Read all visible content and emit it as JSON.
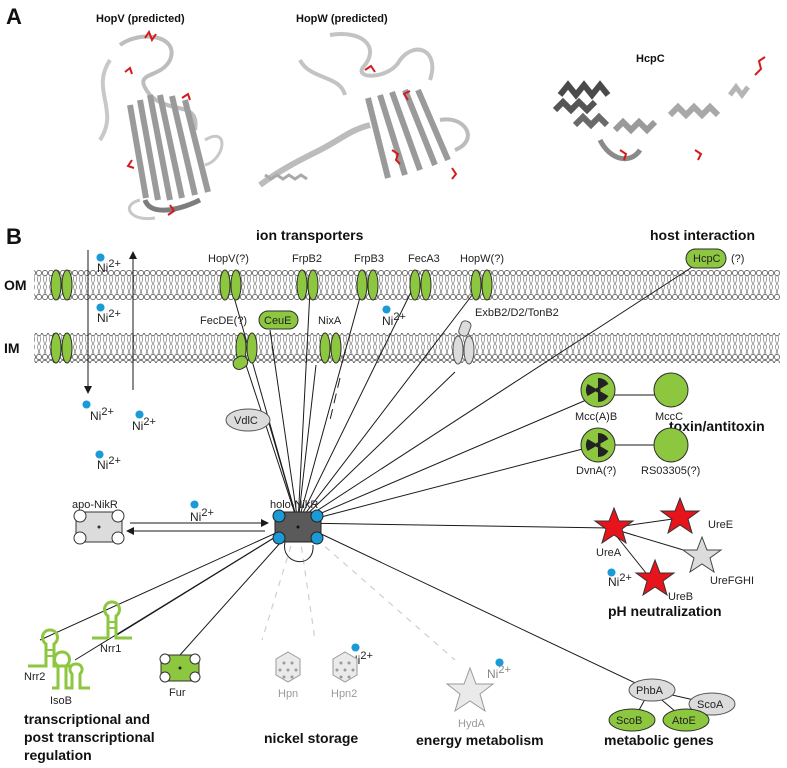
{
  "panels": {
    "a": "A",
    "b": "B"
  },
  "structures": {
    "hopv": "HopV (predicted)",
    "hopw": "HopW (predicted)",
    "hcpc": "HcpC"
  },
  "membranes": {
    "om": "OM",
    "im": "IM"
  },
  "ion": {
    "base": "Ni",
    "charge": "2+"
  },
  "categories": {
    "ion_transporters": "ion transporters",
    "host_interaction": "host interaction",
    "toxin_antitoxin": "toxin/antitoxin",
    "ph_neutralization": "pH neutralization",
    "metabolic_genes": "metabolic genes",
    "energy_metabolism": "energy metabolism",
    "nickel_storage": "nickel storage",
    "transcriptional_line1": "transcriptional and",
    "transcriptional_line2": "post transcriptional",
    "transcriptional_line3": "regulation"
  },
  "proteins": {
    "hopv": "HopV(?)",
    "frpb2": "FrpB2",
    "frpb3": "FrpB3",
    "feca3": "FecA3",
    "hopw": "HopW(?)",
    "hcpc": "HcpC",
    "hcpc_q": "(?)",
    "fecde": "FecDE(?)",
    "ceue": "CeuE",
    "nixa": "NixA",
    "exbb2": "ExbB2/D2/TonB2",
    "vdlc": "VdlC",
    "mccab": "Mcc(A)B",
    "mccc": "MccC",
    "dvna": "DvnA(?)",
    "rs03305": "RS03305(?)",
    "apo_nikr": "apo-NikR",
    "holo_nikr": "holo-NikR",
    "urea": "UreA",
    "uree": "UreE",
    "ureb": "UreB",
    "urefghi": "UreFGHI",
    "nrr2": "Nrr2",
    "isob": "IsoB",
    "nrr1": "Nrr1",
    "fur": "Fur",
    "hpn": "Hpn",
    "hpn2": "Hpn2",
    "hyda": "HydA",
    "phba": "PhbA",
    "scoa": "ScoA",
    "scob": "ScoB",
    "atoe": "AtoE"
  },
  "colors": {
    "green": "#8dc63f",
    "gray": "#dcdcdc",
    "dark": "#5a5a5a",
    "red": "#e8141c",
    "ni_blue": "#1a9ad6"
  },
  "icons": [
    "radiation-icon",
    "star-icon",
    "hairpin-rna-icon",
    "hexagon-storage-icon",
    "nickel-ion-icon"
  ]
}
